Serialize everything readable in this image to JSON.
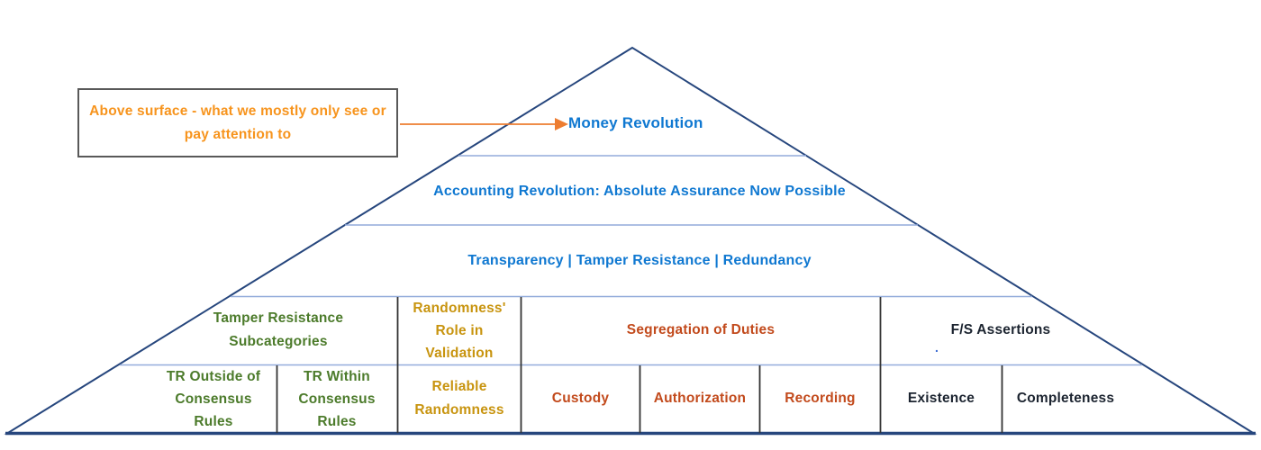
{
  "annotation": {
    "box_text": "Above surface - what we mostly only see or pay attention to"
  },
  "pyramid": {
    "tip_label": "Money Revolution",
    "level2_label": "Accounting Revolution: Absolute Assurance Now Possible",
    "level3_label": "Transparency | Tamper Resistance | Redundancy",
    "category_row": {
      "cells": [
        {
          "label": "Tamper Resistance Subcategories",
          "color": "#4c7b2b"
        },
        {
          "label": "Randomness' Role in Validation",
          "color": "#c8940f"
        },
        {
          "label": "Segregation of Duties",
          "color": "#c24a1c"
        },
        {
          "label": "F/S Assertions",
          "color": "#1c2430"
        }
      ]
    },
    "detail_row": {
      "cells": [
        {
          "label": "TR Outside of Consensus Rules",
          "color": "#4c7b2b"
        },
        {
          "label": "TR Within Consensus Rules",
          "color": "#4c7b2b"
        },
        {
          "label": "Reliable Randomness",
          "color": "#c8940f"
        },
        {
          "label": "Custody",
          "color": "#c24a1c"
        },
        {
          "label": "Authorization",
          "color": "#c24a1c"
        },
        {
          "label": "Recording",
          "color": "#c24a1c"
        },
        {
          "label": "Existence",
          "color": "#1c2430"
        },
        {
          "label": "Completeness",
          "color": "#1c2430"
        }
      ]
    },
    "stray_mark": "."
  },
  "colors": {
    "outline": "#26467d",
    "light_divider": "#93acdb",
    "cell_divider": "#333333",
    "blue_text": "#0f78d1",
    "orange_text": "#f7941d",
    "arrow": "#ed7d31",
    "green_text": "#4c7b2b",
    "gold_text": "#c8940f",
    "rust_text": "#c24a1c",
    "dark_text": "#1c2430",
    "box_border": "#595959"
  }
}
